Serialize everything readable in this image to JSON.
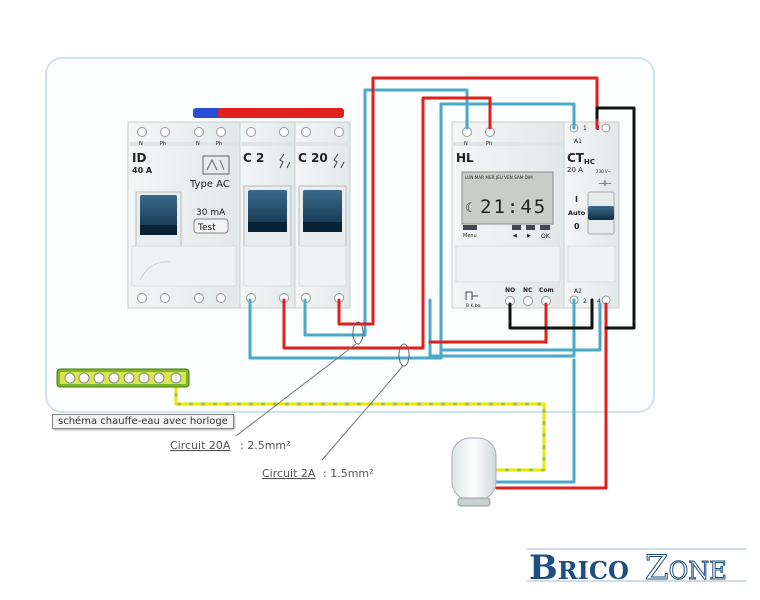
{
  "modules": {
    "id": {
      "name": "ID",
      "rating": "40 A",
      "type": "Type AC",
      "sensitivity": "30 mA",
      "test": "Test",
      "t1": "N",
      "t2": "Ph",
      "t3": "N",
      "t4": "Ph"
    },
    "c2": {
      "name": "C 2"
    },
    "c20": {
      "name": "C 20"
    },
    "hl": {
      "name": "HL",
      "t1": "N",
      "t2": "Ph",
      "days": "LUN MAR MER JEU VEN SAM DIM",
      "time": "21:45",
      "menu": "Menu",
      "ok": "OK",
      "no": "NO",
      "nc": "NC",
      "com": "Com",
      "bottom": "B K ba"
    },
    "ct": {
      "name": "CT",
      "sub": "HC",
      "rating": "20 A",
      "voltage": "230 V~",
      "a1": "A1",
      "a2": "A2",
      "n1": "1",
      "n3": "3",
      "n2": "2",
      "n4": "4",
      "pos1": "I",
      "auto": "Auto",
      "pos0": "0"
    }
  },
  "caption": "schéma chauffe-eau avec horloge",
  "labels": {
    "c20_name": "Circuit 20A",
    "c20_value": ": 2.5mm²",
    "c2_name": "Circuit 2A",
    "c2_value": ": 1.5mm²"
  },
  "logo": {
    "part1": "Brico",
    "part2": "Zone"
  },
  "colors": {
    "phase": "#e0201c",
    "neutral": "#4aa8c8",
    "earth": "#8cc63f",
    "control": "#111111"
  }
}
